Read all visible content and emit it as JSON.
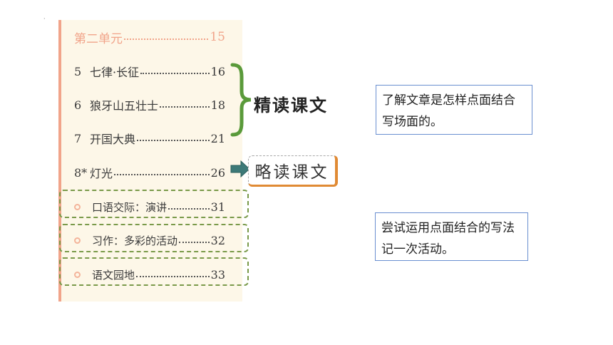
{
  "toc": {
    "unit": {
      "title": "第二单元",
      "page": "15"
    },
    "lessons": [
      {
        "num": "5",
        "title": "七律·长征",
        "page": "16"
      },
      {
        "num": "6",
        "title": "狼牙山五壮士",
        "page": "18"
      },
      {
        "num": "7",
        "title": "开国大典",
        "page": "21"
      },
      {
        "num": "8*",
        "title": "灯光",
        "page": "26"
      }
    ],
    "activities": [
      {
        "title": "口语交际：演讲",
        "page": "31"
      },
      {
        "title": "习作：多彩的活动",
        "page": "32"
      },
      {
        "title": "语文园地",
        "page": "33"
      }
    ]
  },
  "labels": {
    "intensive": "精读课文",
    "skim": "略读课文"
  },
  "notes": {
    "top": "了解文章是怎样点面结合写场面的。",
    "bottom": "尝试运用点面结合的写法记一次活动。"
  },
  "colors": {
    "accent_orange": "#f1a48a",
    "brace_green": "#5a9a3a",
    "dash_green": "#7a9a4a",
    "note_border": "#6a8fd0"
  }
}
